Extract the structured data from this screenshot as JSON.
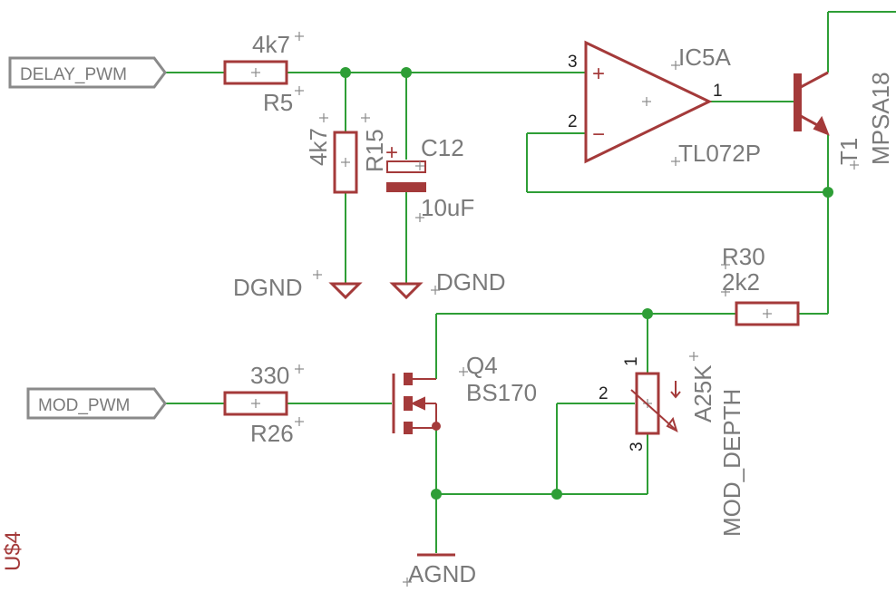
{
  "ports": {
    "delay_pwm": "DELAY_PWM",
    "mod_pwm": "MOD_PWM"
  },
  "resistors": {
    "r5": {
      "name": "R5",
      "value": "4k7"
    },
    "r15": {
      "name": "R15",
      "value": "4k7"
    },
    "r26": {
      "name": "R26",
      "value": "330"
    },
    "r30": {
      "name": "R30",
      "value": "2k2"
    }
  },
  "capacitor": {
    "name": "C12",
    "value": "10uF",
    "plus": "+"
  },
  "opamp": {
    "name": "IC5A",
    "value": "TL072P",
    "pin_plus": "3",
    "pin_minus": "2",
    "pin_out": "1",
    "plus_sign": "+",
    "minus_sign": "−"
  },
  "transistor": {
    "name": "T1",
    "value": "MPSA18"
  },
  "mosfet": {
    "name": "Q4",
    "value": "BS170"
  },
  "pot": {
    "name": "MOD_DEPTH",
    "value": "A25K",
    "pin1": "1",
    "pin2": "2",
    "pin3": "3"
  },
  "grounds": {
    "dgnd_left": "DGND",
    "dgnd_right": "DGND",
    "agnd": "AGND"
  },
  "frame": {
    "name": "U$4"
  }
}
